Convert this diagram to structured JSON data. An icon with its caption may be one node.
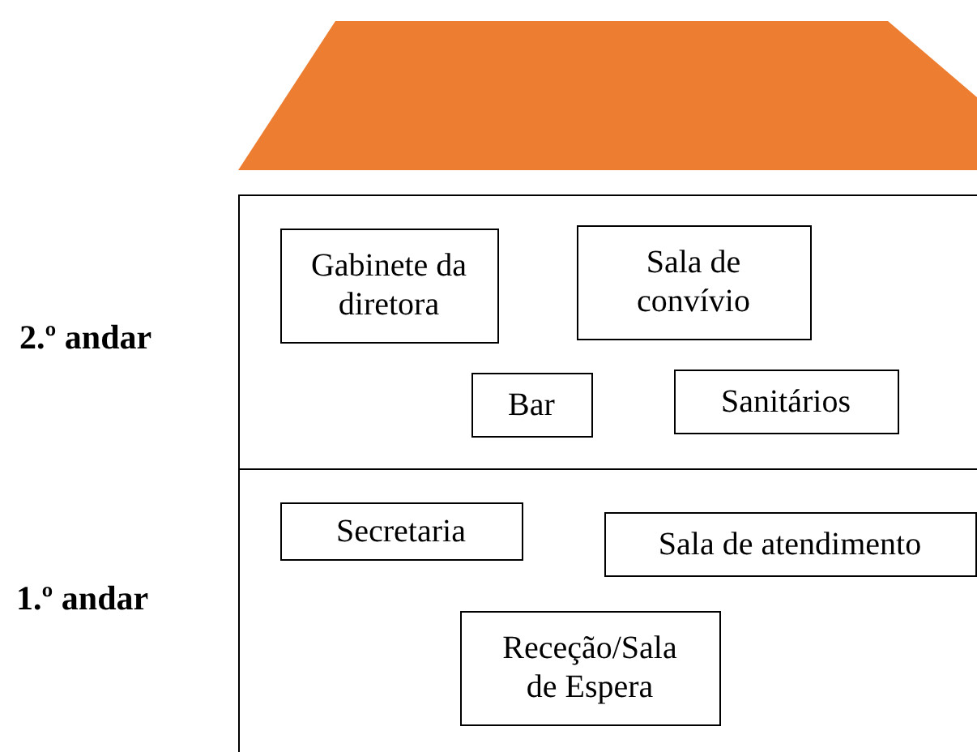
{
  "diagram": {
    "nodes": [
      {
        "text": [
          "2.º andar"
        ]
      },
      {
        "text": [
          "Gabinete da diretora"
        ],
        "in": 0
      },
      {
        "text": [
          "Sala de convívio"
        ],
        "in": 0
      },
      {
        "text": [
          "Bar"
        ],
        "in": 0
      },
      {
        "text": [
          "Sanitários"
        ],
        "in": 0
      },
      {
        "text": [
          "1.º andar"
        ]
      },
      {
        "text": [
          "Secretaria"
        ],
        "in": 5
      },
      {
        "text": [
          "Sala de atendimento"
        ],
        "in": 5
      },
      {
        "text": [
          "Receção/Sala de Espera"
        ],
        "in": 5
      }
    ]
  }
}
